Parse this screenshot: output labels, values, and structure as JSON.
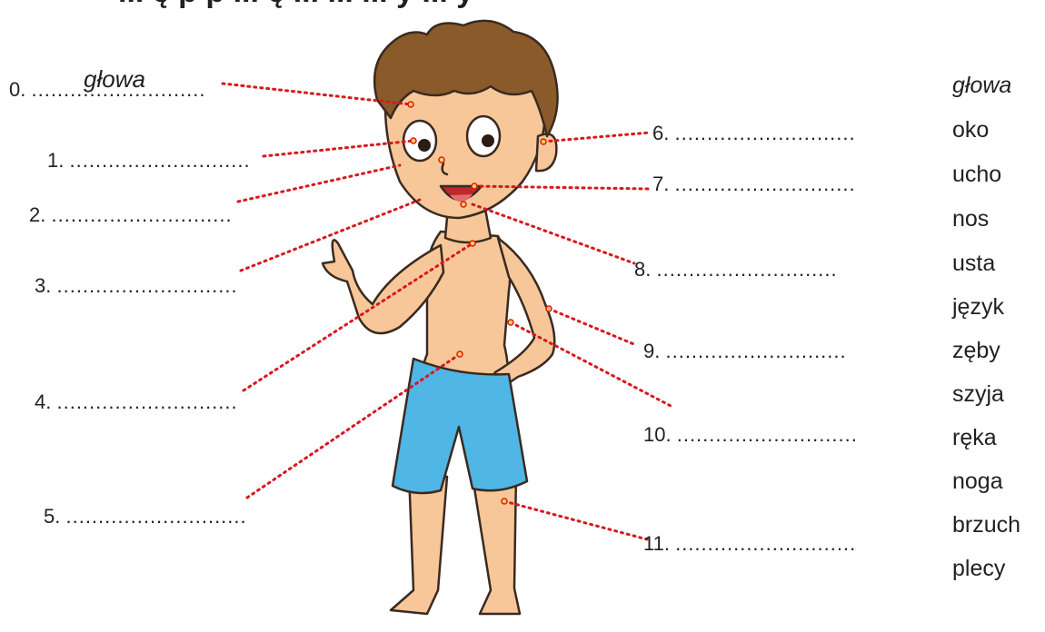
{
  "header": {
    "text": "... ę p p ... ę ... ... ... y ... y"
  },
  "example": {
    "word": "głowa"
  },
  "labels": [
    {
      "num": "0.",
      "dots": "..........................."
    },
    {
      "num": "1.",
      "dots": "............................"
    },
    {
      "num": "2.",
      "dots": "............................"
    },
    {
      "num": "3.",
      "dots": "............................"
    },
    {
      "num": "4.",
      "dots": "............................"
    },
    {
      "num": "5.",
      "dots": "............................"
    },
    {
      "num": "6.",
      "dots": "............................"
    },
    {
      "num": "7.",
      "dots": "............................"
    },
    {
      "num": "8.",
      "dots": "............................"
    },
    {
      "num": "9.",
      "dots": "............................"
    },
    {
      "num": "10.",
      "dots": "............................"
    },
    {
      "num": "11.",
      "dots": "............................"
    }
  ],
  "word_bank": [
    "głowa",
    "oko",
    "ucho",
    "nos",
    "usta",
    "język",
    "zęby",
    "szyja",
    "ręka",
    "noga",
    "brzuch",
    "plecy"
  ],
  "colors": {
    "pointer": "#d7191c",
    "shorts": "#4fb6e6",
    "skin": "#f7c79a",
    "hair": "#8a5a2b"
  }
}
